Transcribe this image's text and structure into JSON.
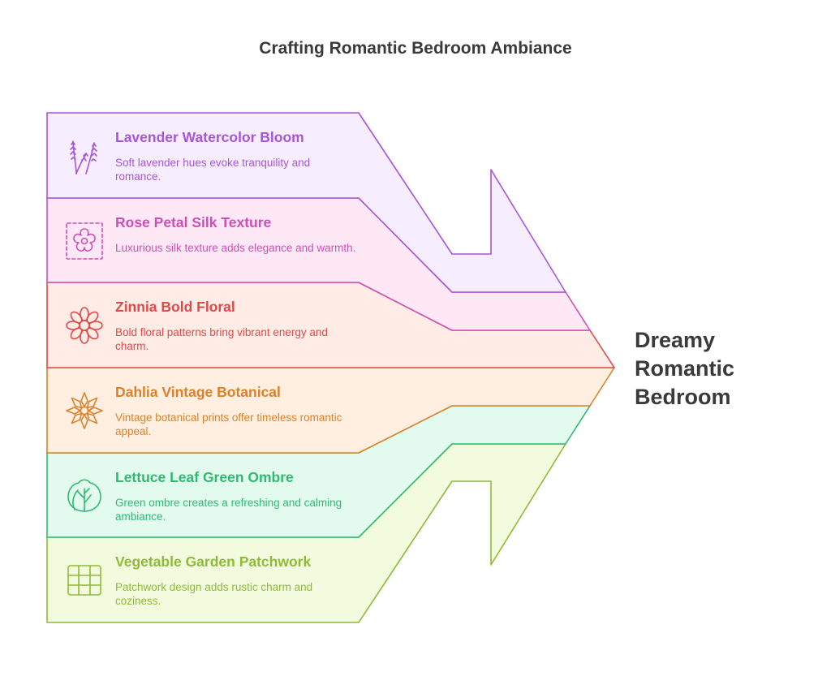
{
  "title": "Crafting Romantic Bedroom Ambiance",
  "result": {
    "line1": "Dreamy",
    "line2": "Romantic",
    "line3": "Bedroom"
  },
  "items": [
    {
      "heading": "Lavender Watercolor Bloom",
      "description": "Soft lavender hues evoke tranquility and romance.",
      "icon": "lavender-icon",
      "color": "#a855d6",
      "fill": "#f6edff"
    },
    {
      "heading": "Rose Petal Silk Texture",
      "description": "Luxurious silk texture adds elegance and warmth.",
      "icon": "rose-flower-icon",
      "color": "#cc4fb8",
      "fill": "#ffe8f6"
    },
    {
      "heading": "Zinnia Bold Floral",
      "description": "Bold floral patterns bring vibrant energy and charm.",
      "icon": "zinnia-flower-icon",
      "color": "#dd4a4a",
      "fill": "#ffece6"
    },
    {
      "heading": "Dahlia Vintage Botanical",
      "description": "Vintage botanical prints offer timeless romantic appeal.",
      "icon": "dahlia-flower-icon",
      "color": "#d9822b",
      "fill": "#ffefe0"
    },
    {
      "heading": "Lettuce Leaf Green Ombre",
      "description": "Green ombre creates a refreshing and calming ambiance.",
      "icon": "lettuce-leaf-icon",
      "color": "#2fba72",
      "fill": "#e3fbef"
    },
    {
      "heading": "Vegetable Garden Patchwork",
      "description": "Patchwork design adds rustic charm and coziness.",
      "icon": "patchwork-grid-icon",
      "color": "#8fba37",
      "fill": "#f3fbdf"
    }
  ]
}
